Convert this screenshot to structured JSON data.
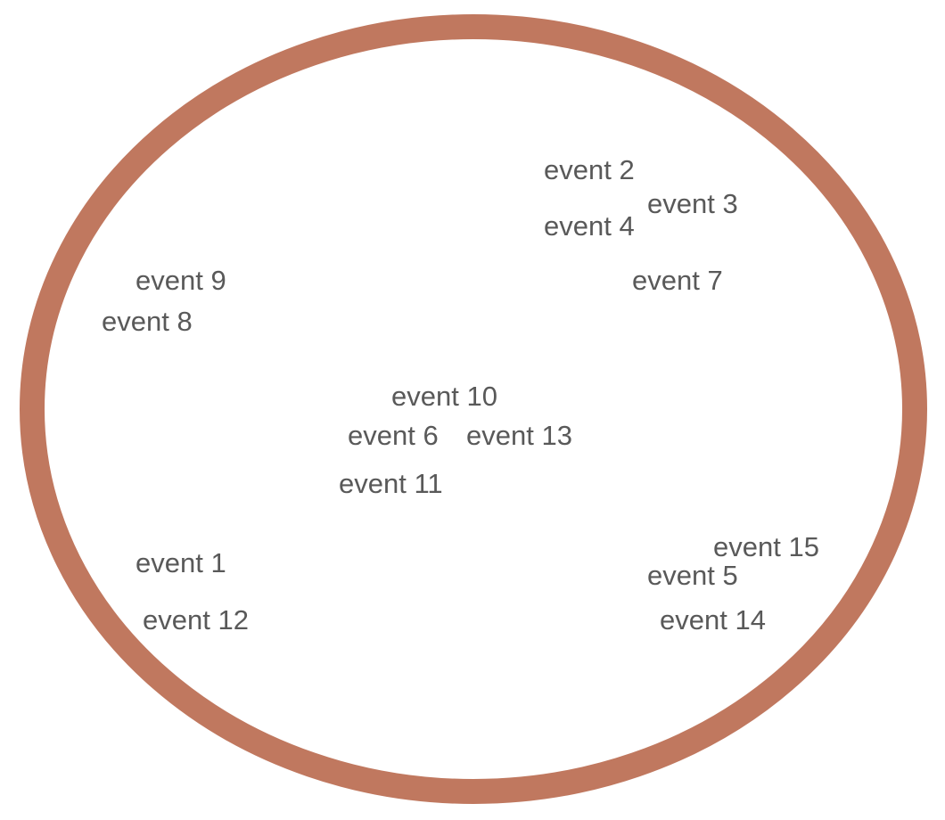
{
  "colors": {
    "ring": "#c0785f",
    "label": "#595959",
    "background": "#ffffff"
  },
  "events": [
    {
      "id": "event-1",
      "label": "event 1"
    },
    {
      "id": "event-2",
      "label": "event 2"
    },
    {
      "id": "event-3",
      "label": "event 3"
    },
    {
      "id": "event-4",
      "label": "event 4"
    },
    {
      "id": "event-5",
      "label": "event 5"
    },
    {
      "id": "event-6",
      "label": "event 6"
    },
    {
      "id": "event-7",
      "label": "event 7"
    },
    {
      "id": "event-8",
      "label": "event 8"
    },
    {
      "id": "event-9",
      "label": "event 9"
    },
    {
      "id": "event-10",
      "label": "event 10"
    },
    {
      "id": "event-11",
      "label": "event 11"
    },
    {
      "id": "event-12",
      "label": "event 12"
    },
    {
      "id": "event-13",
      "label": "event 13"
    },
    {
      "id": "event-14",
      "label": "event 14"
    },
    {
      "id": "event-15",
      "label": "event 15"
    }
  ]
}
